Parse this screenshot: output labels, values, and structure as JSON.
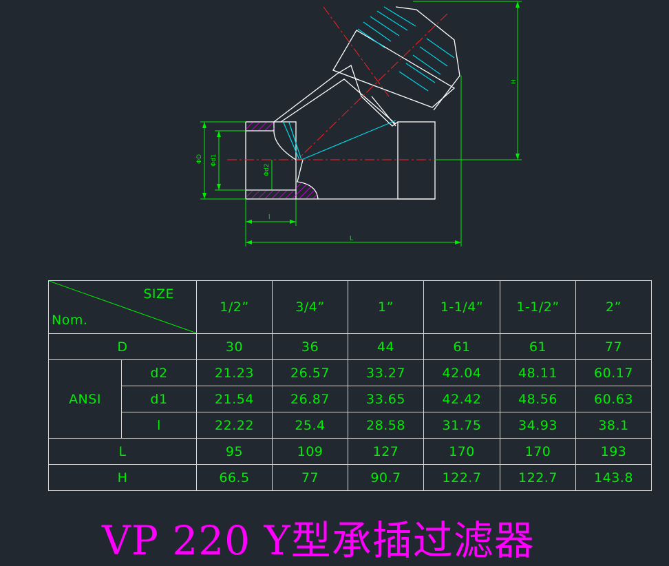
{
  "title": "VP 220 Y型承插过滤器",
  "drawing": {
    "dim_D": "ΦD",
    "dim_d1": "Φd1",
    "dim_d2": "Φd2",
    "dim_l": "l",
    "dim_L": "L",
    "dim_H": "H"
  },
  "table": {
    "corner_size": "SIZE",
    "corner_nom": "Nom.",
    "sizes": [
      "1/2”",
      "3/4”",
      "1”",
      "1-1/4”",
      "1-1/2”",
      "2”"
    ],
    "standard": "ANSI",
    "rows": [
      {
        "label": "D",
        "values": [
          "30",
          "36",
          "44",
          "61",
          "61",
          "77"
        ]
      },
      {
        "label": "d2",
        "values": [
          "21.23",
          "26.57",
          "33.27",
          "42.04",
          "48.11",
          "60.17"
        ]
      },
      {
        "label": "d1",
        "values": [
          "21.54",
          "26.87",
          "33.65",
          "42.42",
          "48.56",
          "60.63"
        ]
      },
      {
        "label": "l",
        "values": [
          "22.22",
          "25.4",
          "28.58",
          "31.75",
          "34.93",
          "38.1"
        ]
      },
      {
        "label": "L",
        "values": [
          "95",
          "109",
          "127",
          "170",
          "170",
          "193"
        ]
      },
      {
        "label": "H",
        "values": [
          "66.5",
          "77",
          "90.7",
          "122.7",
          "122.7",
          "143.8"
        ]
      }
    ]
  },
  "colors": {
    "background": "#212830",
    "outline": "#ffffff",
    "dimension": "#00ee00",
    "centerline": "#ff2020",
    "filter": "#00d8e8",
    "hatch": "#ff00ff",
    "title": "#ff00ff"
  }
}
